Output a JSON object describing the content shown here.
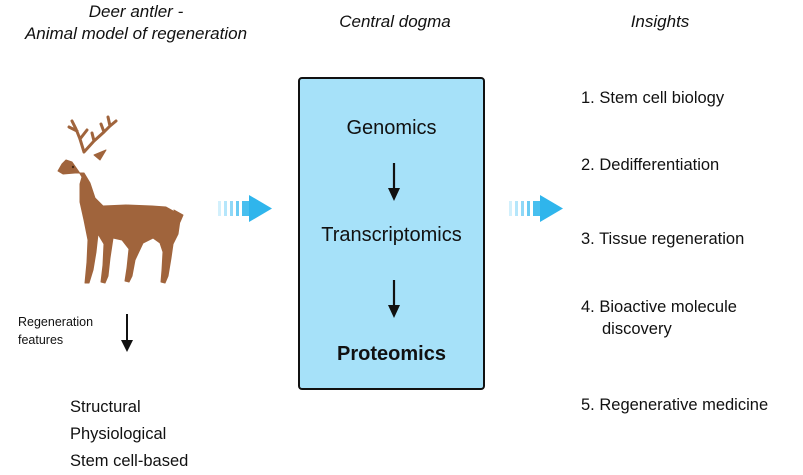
{
  "headers": {
    "left_line1": "Deer antler -",
    "left_line2": "Animal model of regeneration",
    "center": "Central dogma",
    "right": "Insights"
  },
  "dogma": {
    "items": [
      "Genomics",
      "Transcriptomics",
      "Proteomics"
    ]
  },
  "regeneration": {
    "label_line1": "Regeneration",
    "label_line2": "features",
    "features": [
      "Structural",
      "Physiological",
      "Stem cell-based"
    ]
  },
  "insights": [
    {
      "num": "1.",
      "text": "Stem cell biology"
    },
    {
      "num": "2.",
      "text": "Dedifferentiation"
    },
    {
      "num": "3.",
      "text": "Tissue regeneration"
    },
    {
      "num": "4.",
      "text": "Bioactive molecule",
      "text2": "discovery"
    },
    {
      "num": "5.",
      "text": "Regenerative medicine"
    }
  ],
  "colors": {
    "box_fill": "#a6e1f9",
    "deer": "#a0643c",
    "arrow_gradient_start": "#cdeefc",
    "arrow_gradient_end": "#33b7ec"
  }
}
